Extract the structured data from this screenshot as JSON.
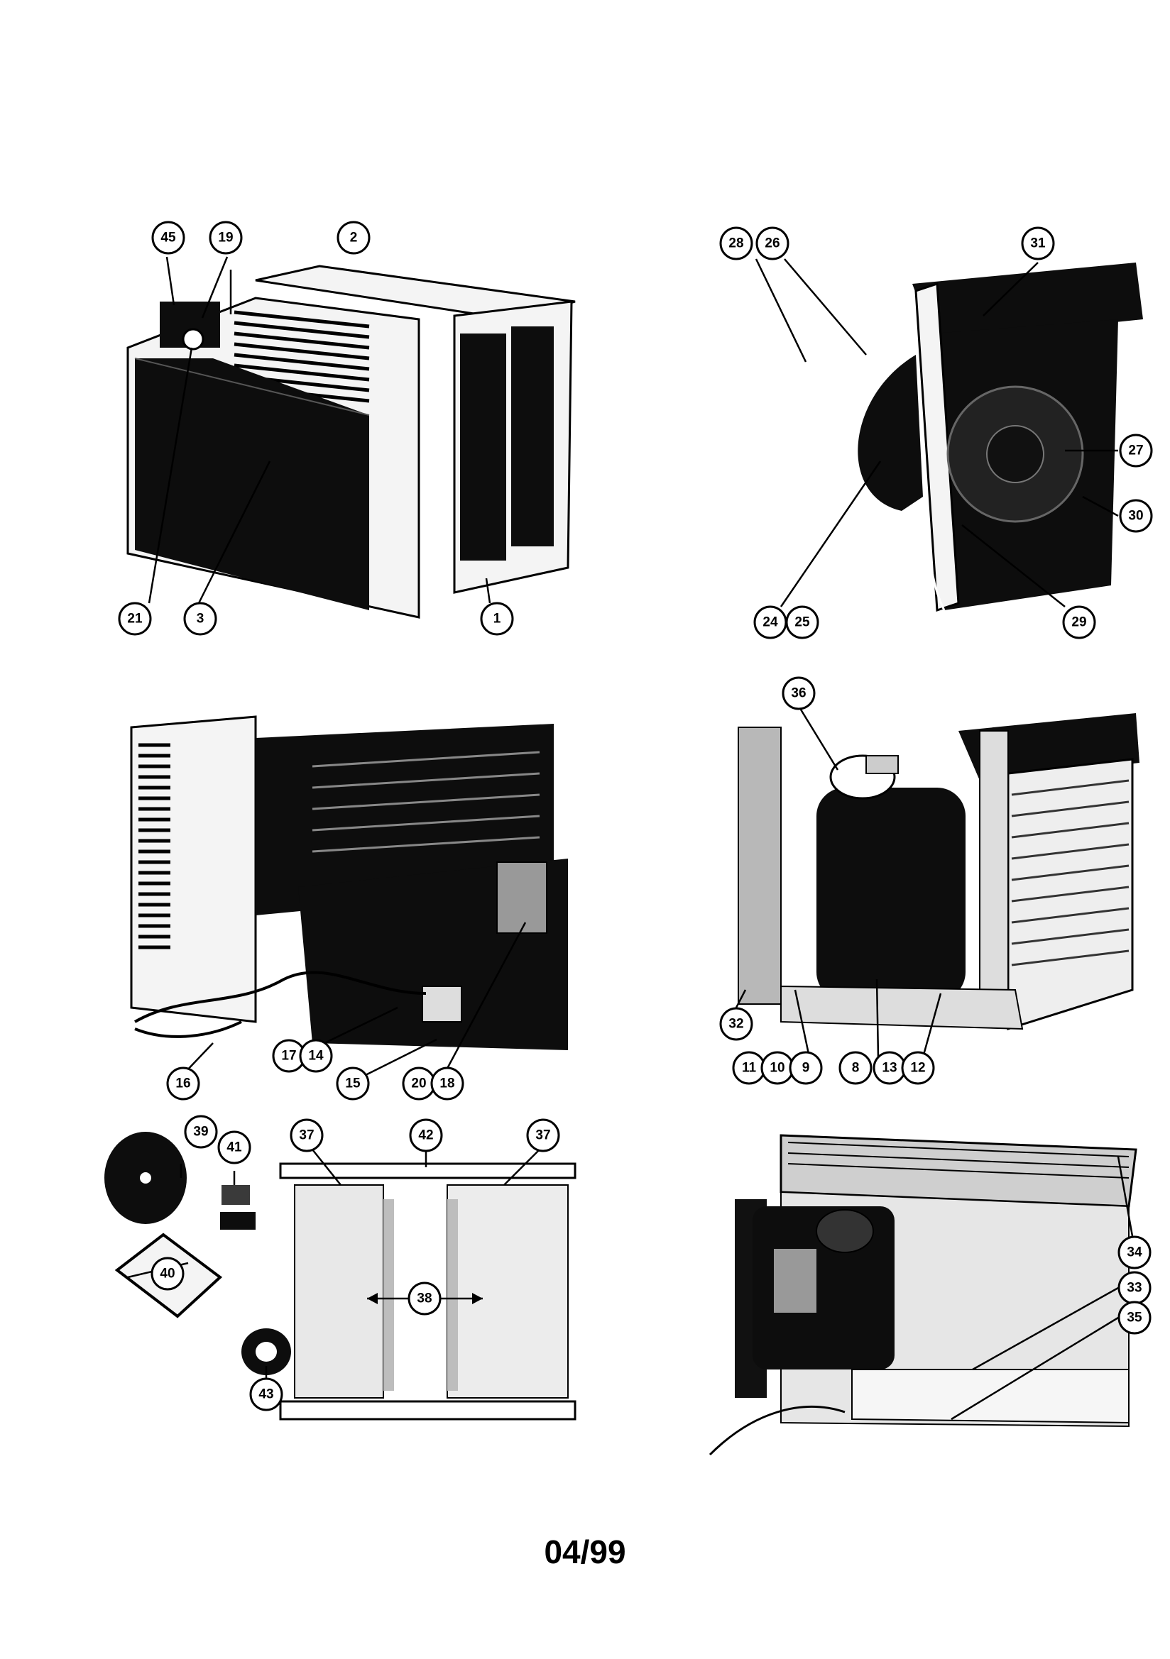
{
  "page": {
    "date_code": "04/99"
  },
  "views": [
    {
      "id": "front-view",
      "callouts": [
        "45",
        "19",
        "2",
        "21",
        "3",
        "1"
      ]
    },
    {
      "id": "blower-view",
      "callouts": [
        "28",
        "26",
        "31",
        "27",
        "30",
        "24",
        "25",
        "29"
      ]
    },
    {
      "id": "control-view",
      "callouts": [
        "17",
        "14",
        "16",
        "15",
        "20",
        "18"
      ]
    },
    {
      "id": "compressor-view",
      "callouts": [
        "36",
        "32",
        "11",
        "10",
        "9",
        "8",
        "13",
        "12"
      ]
    },
    {
      "id": "accessories-view",
      "callouts": [
        "39",
        "41",
        "40",
        "43",
        "37",
        "42",
        "38"
      ]
    },
    {
      "id": "base-view",
      "callouts": [
        "34",
        "33",
        "35"
      ]
    }
  ]
}
